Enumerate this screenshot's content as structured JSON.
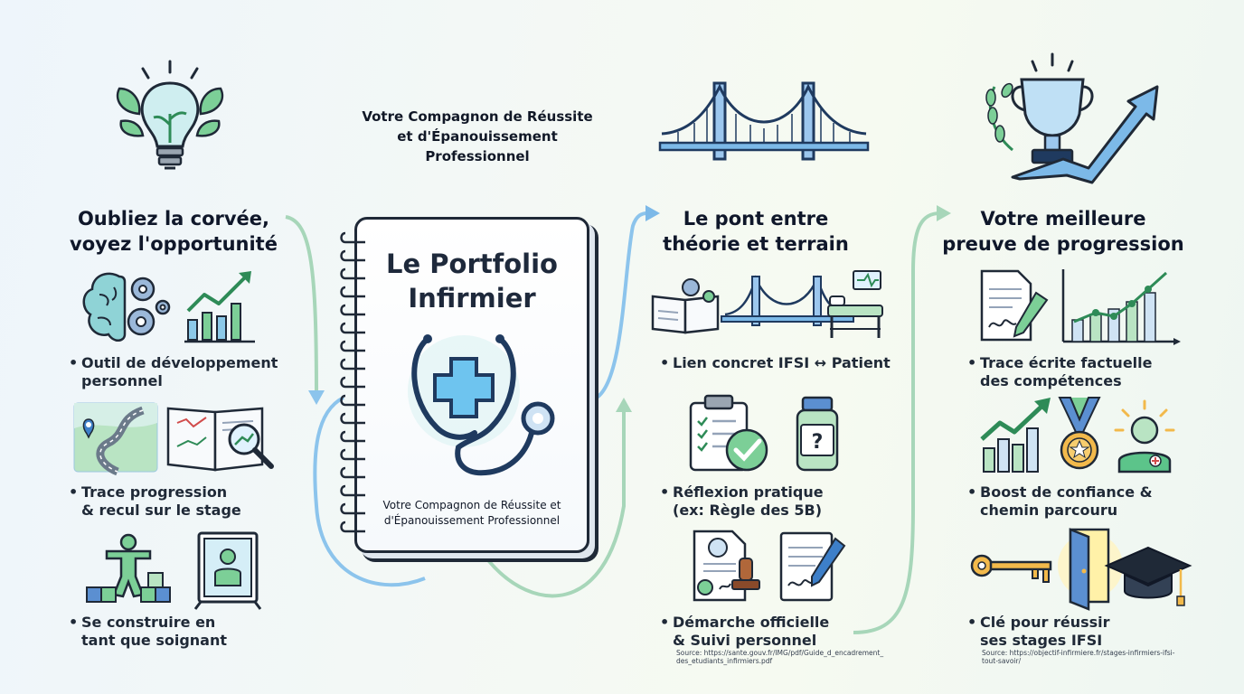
{
  "center": {
    "title": "Le Portfolio Infirmier",
    "tagline": "Votre Compagnon de Réussite et d'Épanouissement Professionnel",
    "subtitle_top": [
      "Votre Compagnon de Réussite",
      "et d'Épanouissement",
      "Professionnel"
    ]
  },
  "columns": [
    {
      "heading": [
        "Oubliez la corvée,",
        "voyez l'opportunité"
      ],
      "bullets": [
        [
          "Outil de développement",
          "personnel"
        ],
        [
          "Trace progression",
          "& recul sur le stage"
        ],
        [
          "Se construire en",
          "tant que soignant"
        ]
      ]
    },
    {
      "heading": [
        "Le pont entre",
        "théorie et terrain"
      ],
      "bullets": [
        [
          "Lien concret IFSI ↔ Patient"
        ],
        [
          "Réflexion pratique",
          "(ex: Règle des 5B)"
        ],
        [
          "Démarche officielle",
          "& Suivi personnel"
        ]
      ],
      "source": [
        "Source: https://sante.gouv.fr/IMG/pdf/Guide_d_encadrement_",
        "des_etudiants_infirmiers.pdf"
      ]
    },
    {
      "heading": [
        "Votre meilleure",
        "preuve de progression"
      ],
      "bullets": [
        [
          "Trace écrite factuelle",
          "des compétences"
        ],
        [
          "Boost de confiance &",
          "chemin parcouru"
        ],
        [
          "Clé pour réussir",
          "ses stages IFSI"
        ]
      ],
      "source": [
        "Source: https://objectif-infirmiere.fr/stages-infirmiers-ifsi-",
        "tout-savoir/"
      ]
    }
  ],
  "icons": [
    "lightbulb-leaves-icon",
    "brain-gears-icon",
    "growth-chart-icon",
    "road-map-icon",
    "book-magnifier-icon",
    "person-blocks-icon",
    "mirror-icon",
    "stethoscope-cross-icon",
    "bridge-icon",
    "book-bridge-hospital-icon",
    "clipboard-check-icon",
    "medicine-bottle-icon",
    "document-stamp-icon",
    "document-pen-icon",
    "trophy-arrow-icon",
    "document-signature-icon",
    "line-chart-icon",
    "arrow-bars-icon",
    "medal-icon",
    "nurse-avatar-icon",
    "key-icon",
    "open-door-icon",
    "graduation-cap-icon"
  ],
  "colors": {
    "blue": "#4f8fd6",
    "green": "#5cc48a",
    "navy": "#1f2937",
    "light_blue": "#9cc7ee",
    "light_green": "#b7e4c7"
  }
}
